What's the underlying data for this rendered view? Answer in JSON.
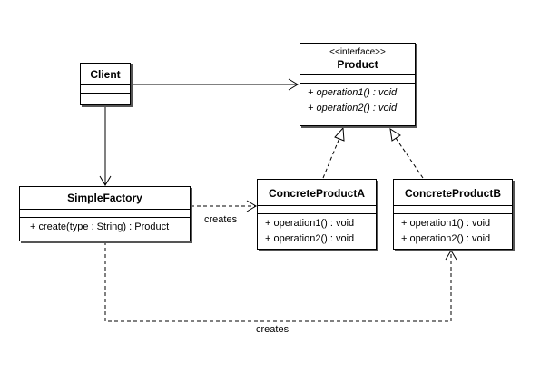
{
  "product": {
    "stereotype": "<<interface>>",
    "name": "Product",
    "operations": [
      "+ operation1() : void",
      "+ operation2() : void"
    ]
  },
  "client": {
    "name": "Client"
  },
  "simple_factory": {
    "name": "SimpleFactory",
    "operations": [
      "+ create(type : String) : Product"
    ]
  },
  "concrete_a": {
    "name": "ConcreteProductA",
    "operations": [
      "+ operation1() : void",
      "+ operation2() : void"
    ]
  },
  "concrete_b": {
    "name": "ConcreteProductB",
    "operations": [
      "+ operation1() : void",
      "+ operation2() : void"
    ]
  },
  "relations": {
    "creates_a": "creates",
    "creates_b": "creates"
  }
}
